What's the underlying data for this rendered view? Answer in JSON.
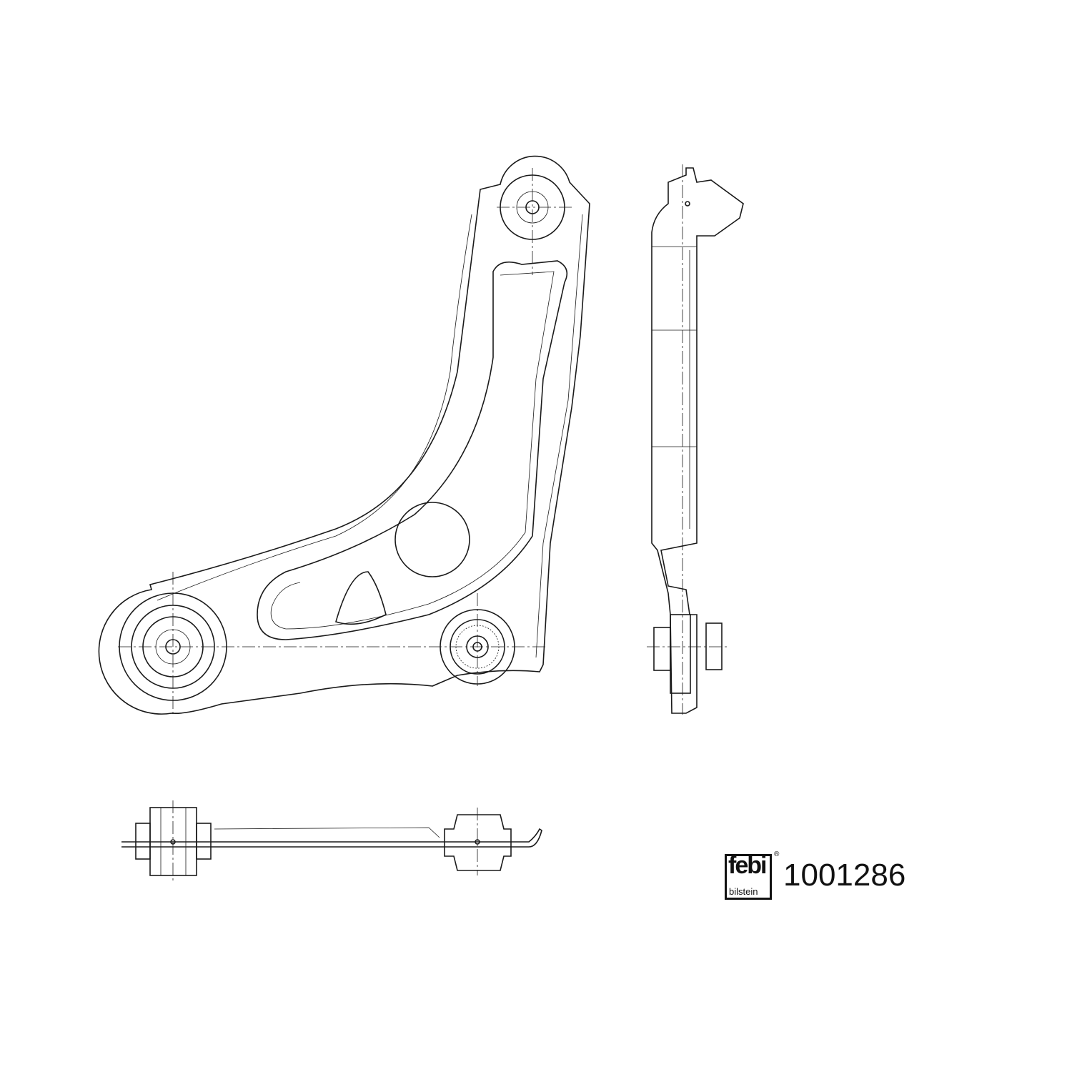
{
  "brand": {
    "logo_text": "febi",
    "logo_subtext": "bilstein",
    "registered_mark": "®"
  },
  "part_number": "1001286",
  "views": [
    "top-view",
    "side-view",
    "bottom-view"
  ]
}
